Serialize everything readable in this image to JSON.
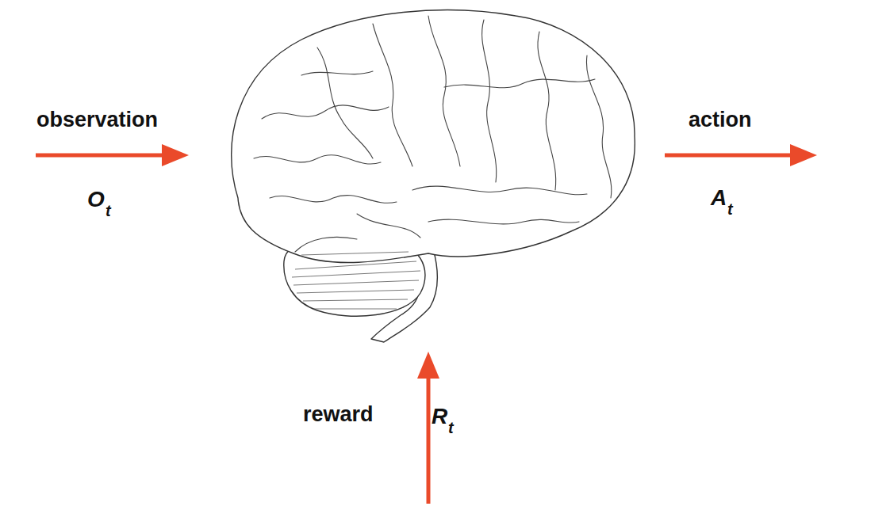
{
  "diagram": {
    "labels": [
      "observation",
      "O",
      "t",
      "action",
      "A",
      "t",
      "reward",
      "R",
      "t"
    ]
  }
}
